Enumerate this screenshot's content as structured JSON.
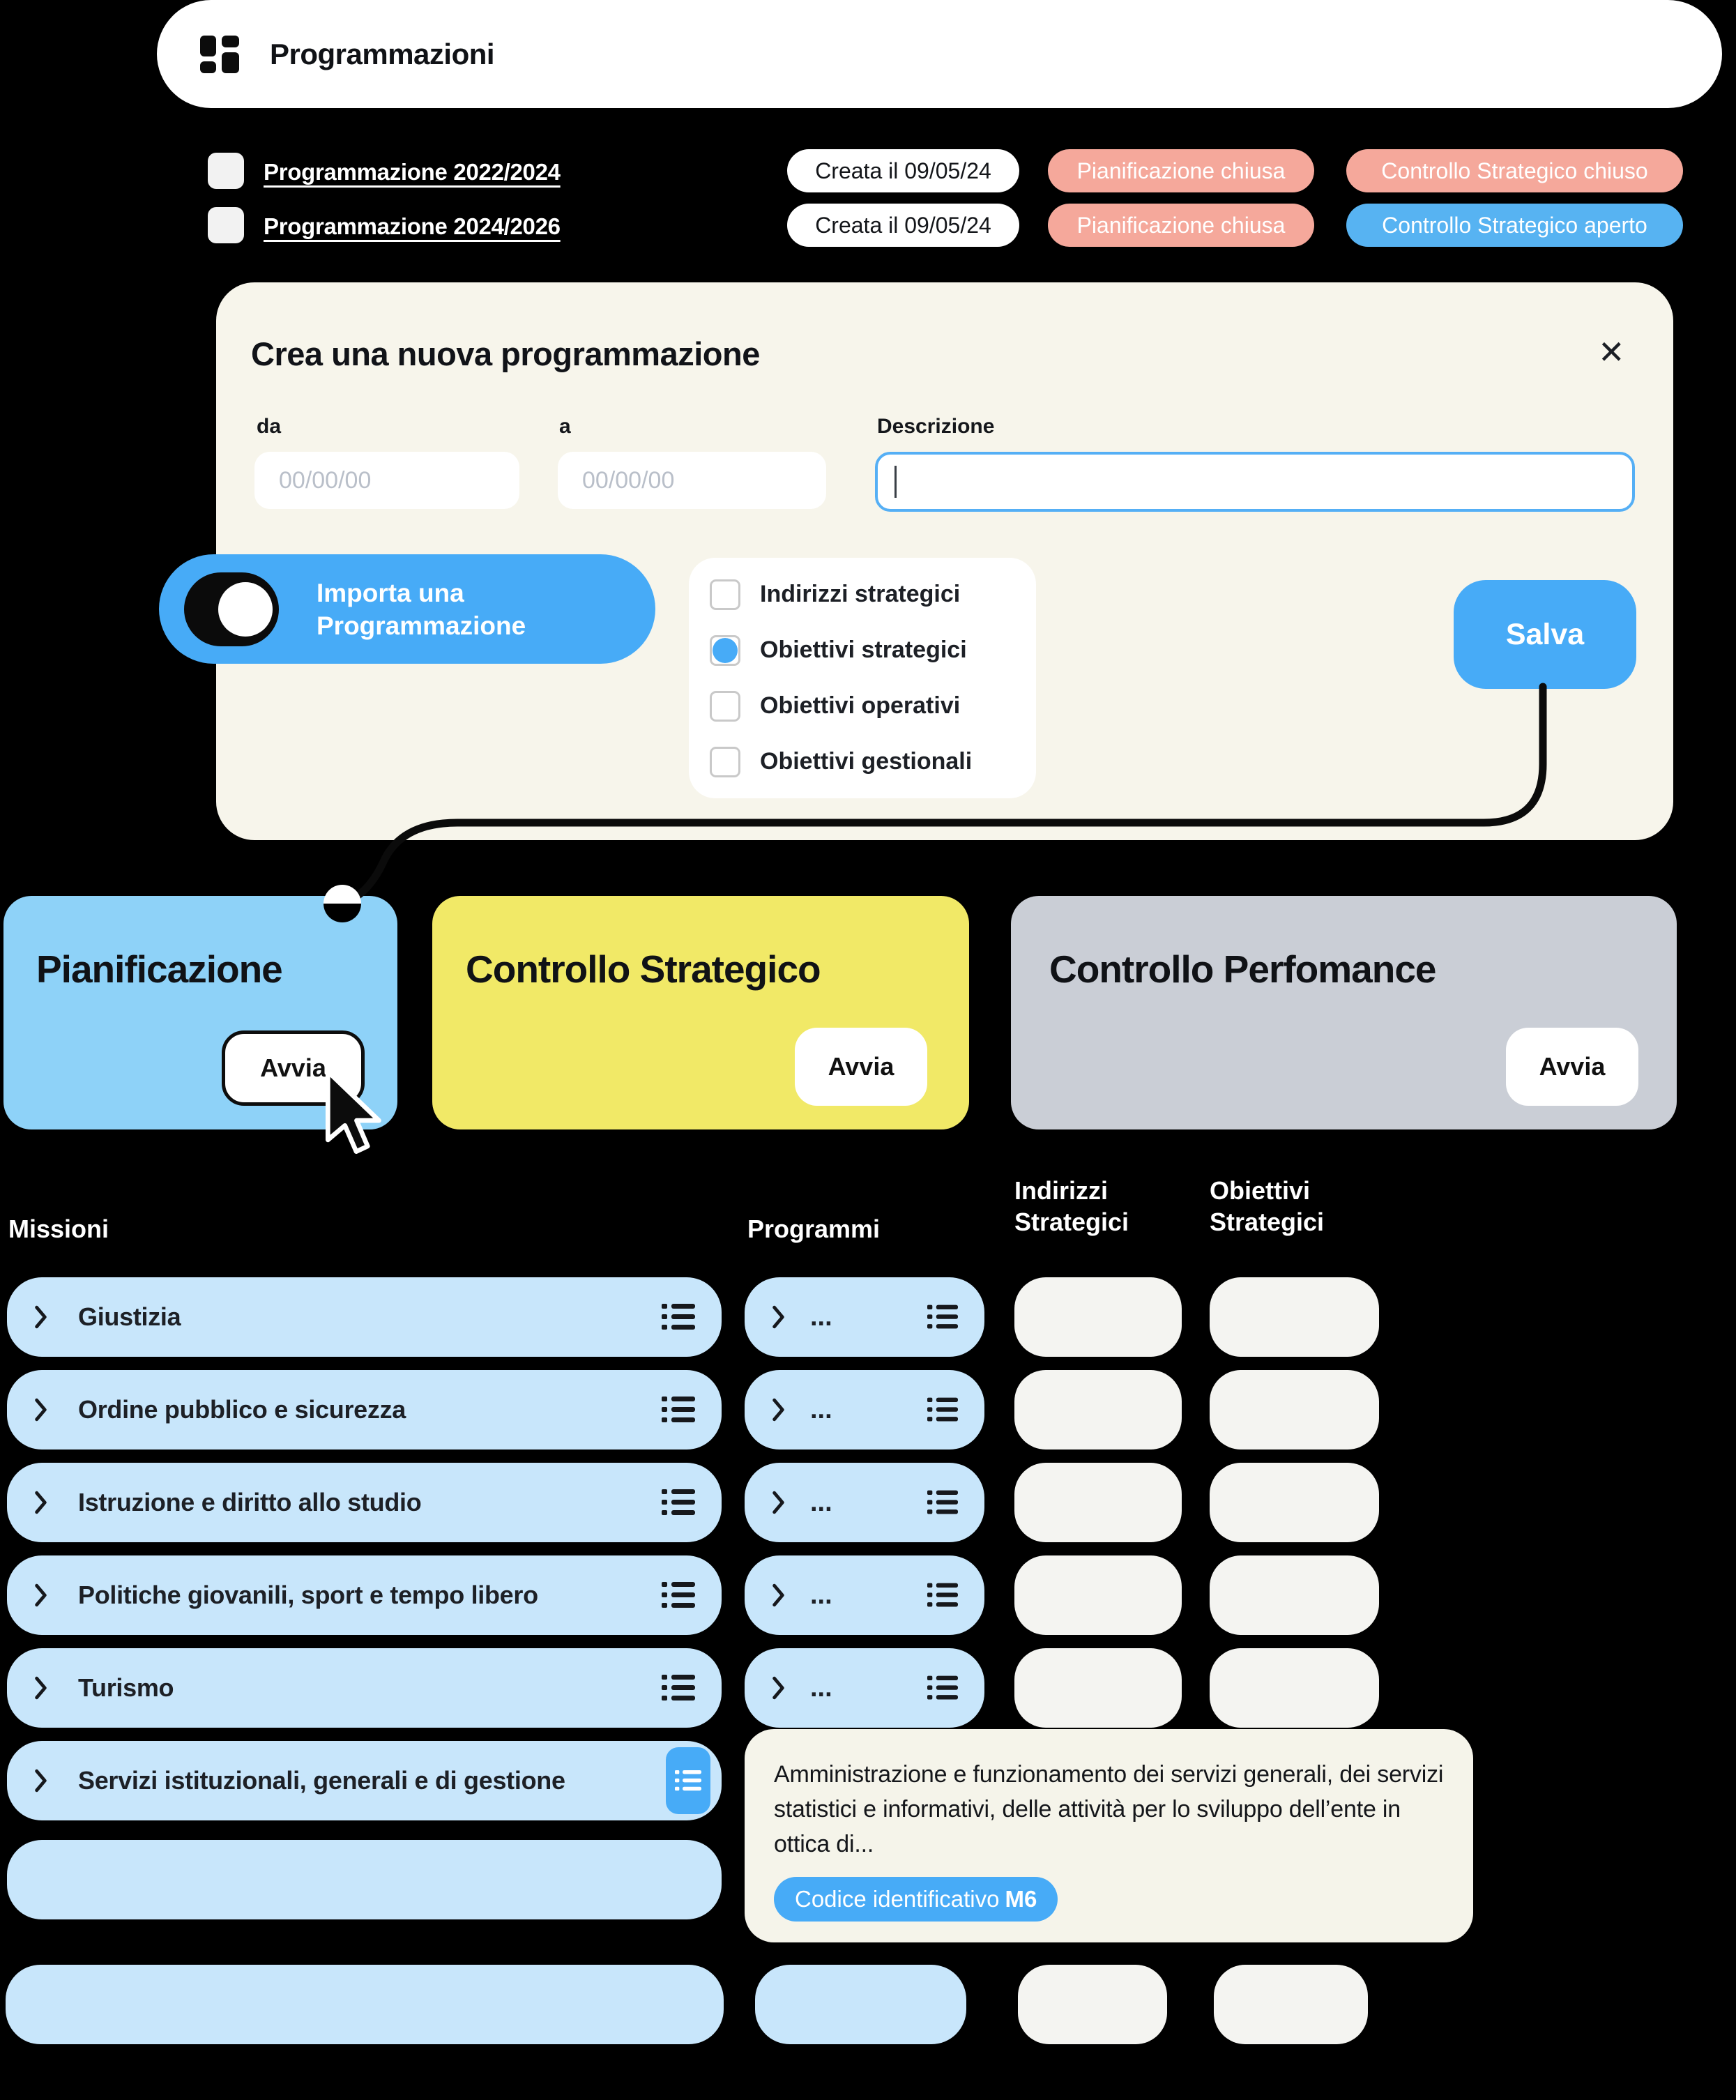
{
  "header": {
    "title": "Programmazioni"
  },
  "programmazioni": {
    "rows": [
      {
        "label": "Programmazione 2022/2024",
        "created": "Creata il 09/05/24",
        "badges": [
          {
            "text": "Pianificazione chiusa",
            "color": "salmon"
          },
          {
            "text": "Controllo Strategico chiuso",
            "color": "salmon"
          }
        ]
      },
      {
        "label": "Programmazione 2024/2026",
        "created": "Creata il 09/05/24",
        "badges": [
          {
            "text": "Pianificazione chiusa",
            "color": "salmon"
          },
          {
            "text": "Controllo Strategico aperto",
            "color": "blue"
          }
        ]
      }
    ]
  },
  "modal": {
    "title": "Crea una nuova programmazione",
    "close_icon": "✕",
    "fields": {
      "da_label": "da",
      "a_label": "a",
      "desc_label": "Descrizione",
      "date_placeholder": "00/00/00"
    },
    "toggle_label": "Importa una Programmazione",
    "options": [
      {
        "label": "Indirizzi strategici",
        "checked": false
      },
      {
        "label": "Obiettivi strategici",
        "checked": true
      },
      {
        "label": "Obiettivi operativi",
        "checked": false
      },
      {
        "label": "Obiettivi gestionali",
        "checked": false
      }
    ],
    "save_label": "Salva"
  },
  "cards": [
    {
      "title": "Pianificazione",
      "button": "Avvia"
    },
    {
      "title": "Controllo Strategico",
      "button": "Avvia"
    },
    {
      "title": "Controllo Perfomance",
      "button": "Avvia"
    }
  ],
  "table": {
    "headers": {
      "missioni": "Missioni",
      "programmi": "Programmi",
      "indirizzi": "Indirizzi Strategici",
      "obiettivi": "Obiettivi Strategici"
    },
    "missions": [
      "Giustizia",
      "Ordine pubblico e sicurezza",
      "Istruzione e diritto allo studio",
      "Politiche giovanili, sport e tempo libero",
      "Turismo",
      "Servizi istituzionali, generali e di gestione"
    ],
    "ellipsis": "...",
    "tooltip": {
      "text": "Amministrazione e funzionamento dei servizi generali, dei servizi statistici e informativi, delle attività per lo sviluppo dell’ente in ottica di...",
      "badge_prefix": "Codice identificativo",
      "badge_code": "M6"
    }
  },
  "colors": {
    "accent_blue": "#47abf7",
    "status_salmon": "#f5a89b",
    "status_blue": "#57b3f2",
    "row_light_blue": "#c8e6fb",
    "card_blue": "#8ed2f8",
    "card_yellow": "#f1e967",
    "card_gray": "#caced6",
    "panel_cream": "#f7f5eb",
    "cell_offwhite": "#f4f4f1"
  }
}
